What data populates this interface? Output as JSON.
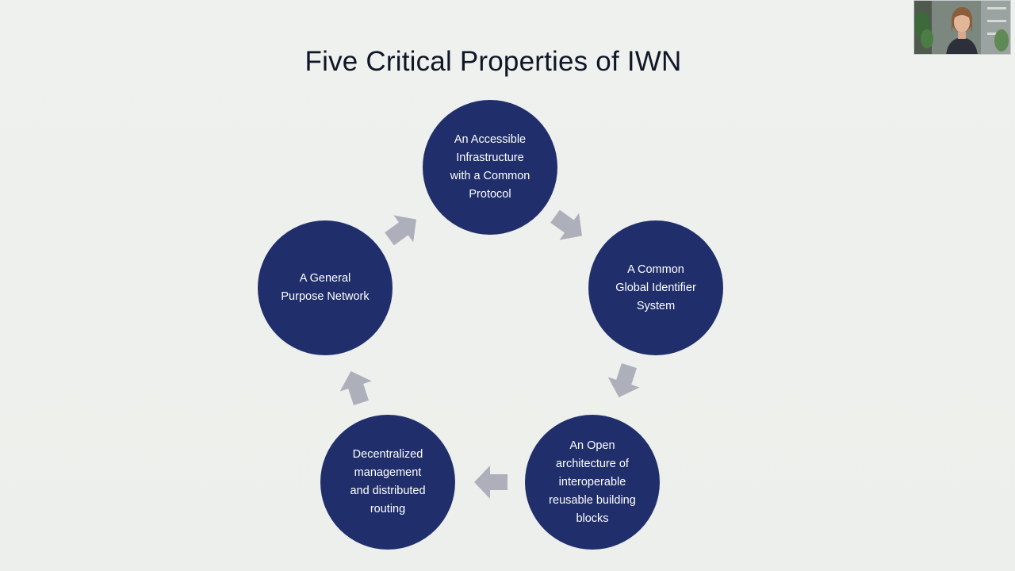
{
  "slide": {
    "title": "Five Critical Properties of IWN"
  },
  "nodes": [
    {
      "id": "accessible-infrastructure",
      "label": "An Accessible\nInfrastructure\nwith a Common\nProtocol"
    },
    {
      "id": "global-identifier",
      "label": "A Common\nGlobal  Identifier\nSystem"
    },
    {
      "id": "open-architecture",
      "label": "An Open\narchitecture of\ninteroperable\nreusable building\nblocks"
    },
    {
      "id": "decentralized-management",
      "label": "Decentralized\nmanagement\nand distributed\nrouting"
    },
    {
      "id": "general-purpose-network",
      "label": "A General\nPurpose Network"
    }
  ],
  "colors": {
    "node_fill": "#202f6b",
    "node_text": "#ffffff",
    "arrow_fill": "#adb0ba",
    "background": "#eef0ed",
    "title_text": "#0f1626"
  },
  "webcam": {
    "icon": "presenter-video-thumbnail"
  }
}
